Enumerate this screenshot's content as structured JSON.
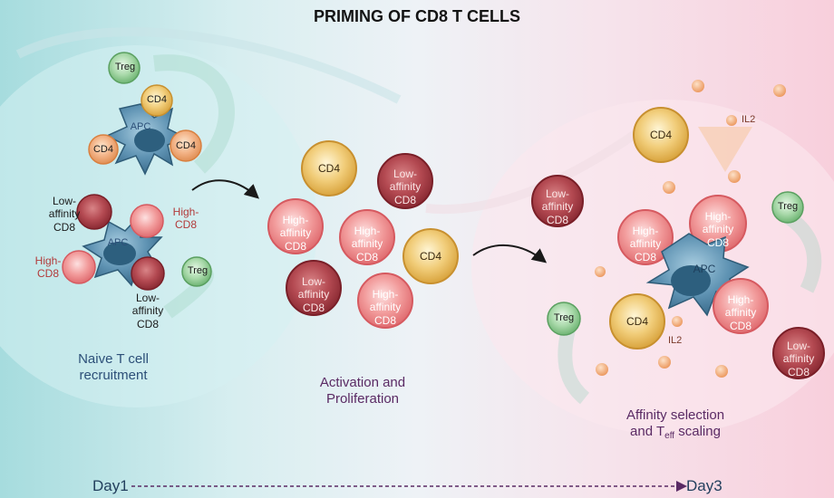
{
  "title": "PRIMING OF CD8 T CELLS",
  "labels": {
    "cd4": "CD4",
    "treg": "Treg",
    "apc": "APC",
    "il2": "IL2",
    "cd8": "CD8",
    "low_affinity_1": "Low-",
    "low_affinity_2": "affinity",
    "high_affinity_1": "High-",
    "high_affinity_2": "affinity"
  },
  "stages": [
    {
      "caption_line1": "Naive T cell",
      "caption_line2": "recruitment"
    },
    {
      "caption_line1": "Activation and",
      "caption_line2": "Proliferation"
    },
    {
      "caption_line1": "Affinity selection",
      "caption_line2_a": "and T",
      "caption_line2_sub": "eff",
      "caption_line2_b": " scaling"
    }
  ],
  "timeline": {
    "start": "Day1",
    "end": "Day3"
  },
  "colors": {
    "cd4": "#f1cd7a",
    "high_affinity_cd8": "#f29c9c",
    "low_affinity_cd8": "#b44a52",
    "treg": "#a9d9aa",
    "apc": "#5f93b3",
    "il2": "#ec9a61"
  }
}
